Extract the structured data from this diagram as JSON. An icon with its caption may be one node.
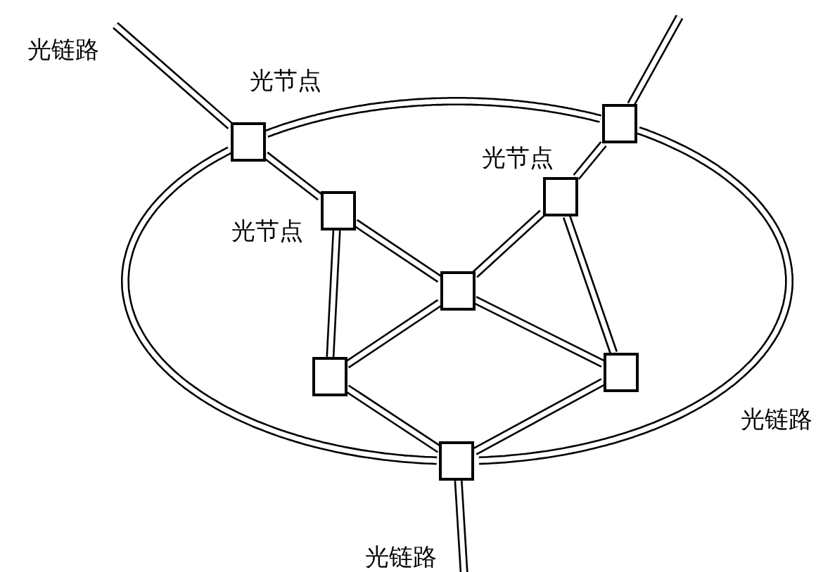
{
  "diagram": {
    "nodes": [
      {
        "text": [],
        "shape": "box",
        "beside": [
          "光节点"
        ]
      },
      {
        "text": [],
        "shape": "box"
      },
      {
        "text": [],
        "shape": "box",
        "beside": [
          "光节点"
        ]
      },
      {
        "text": [],
        "shape": "box",
        "beside": [
          "光节点"
        ]
      },
      {
        "text": [],
        "shape": "box"
      },
      {
        "text": [],
        "shape": "box"
      },
      {
        "text": [],
        "shape": "box"
      },
      {
        "text": [],
        "shape": "box"
      }
    ],
    "edges": [
      {
        "from": null,
        "to": 0,
        "arrow": "none"
      },
      {
        "from": null,
        "to": 1,
        "arrow": "none"
      },
      {
        "from": 7,
        "to": null,
        "arrow": "none"
      },
      {
        "from": 0,
        "to": 1,
        "arrow": "none"
      },
      {
        "from": 1,
        "to": 7,
        "arrow": "none"
      },
      {
        "from": 7,
        "to": 0,
        "arrow": "none"
      },
      {
        "from": 0,
        "to": 3,
        "arrow": "none"
      },
      {
        "from": 3,
        "to": 4,
        "arrow": "none"
      },
      {
        "from": 3,
        "to": 5,
        "arrow": "none"
      },
      {
        "from": 4,
        "to": 2,
        "arrow": "none"
      },
      {
        "from": 2,
        "to": 1,
        "arrow": "none"
      },
      {
        "from": 2,
        "to": 6,
        "arrow": "none"
      },
      {
        "from": 4,
        "to": 5,
        "arrow": "none"
      },
      {
        "from": 4,
        "to": 6,
        "arrow": "none"
      },
      {
        "from": 5,
        "to": 7,
        "arrow": "none"
      },
      {
        "from": 6,
        "to": 7,
        "arrow": "none"
      }
    ],
    "labels": [
      "光链路",
      "光链路",
      "光链路"
    ]
  }
}
